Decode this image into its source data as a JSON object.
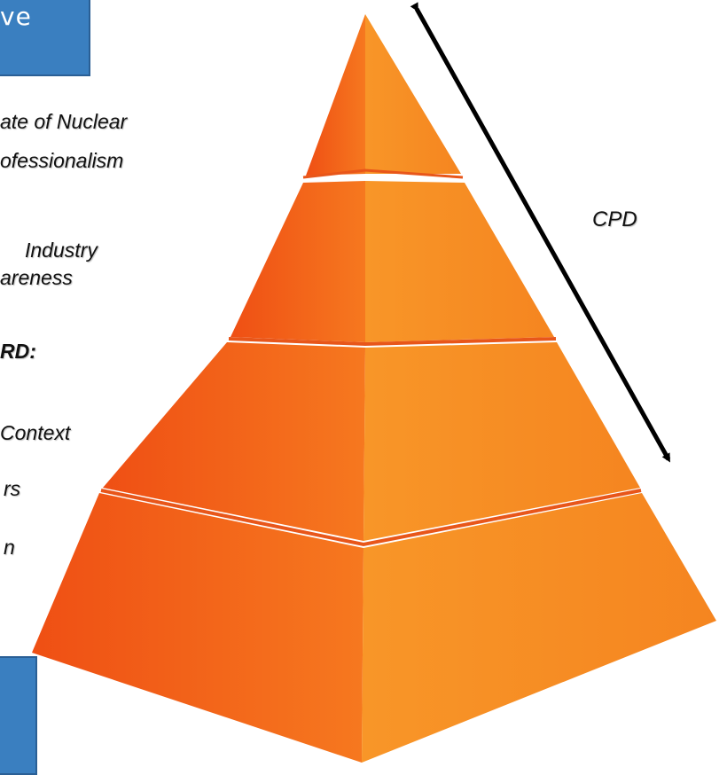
{
  "box_top": {
    "label": "ve"
  },
  "labels": [
    "ate of Nuclear",
    "ofessionalism",
    "Industry",
    "areness",
    "RD:",
    "Context",
    "rs",
    "n"
  ],
  "cpd": "CPD",
  "colors": {
    "box": "#3a7fc0",
    "pyramid_left": "#f26a1b",
    "pyramid_right": "#f7931e",
    "arrow": "#000000"
  }
}
